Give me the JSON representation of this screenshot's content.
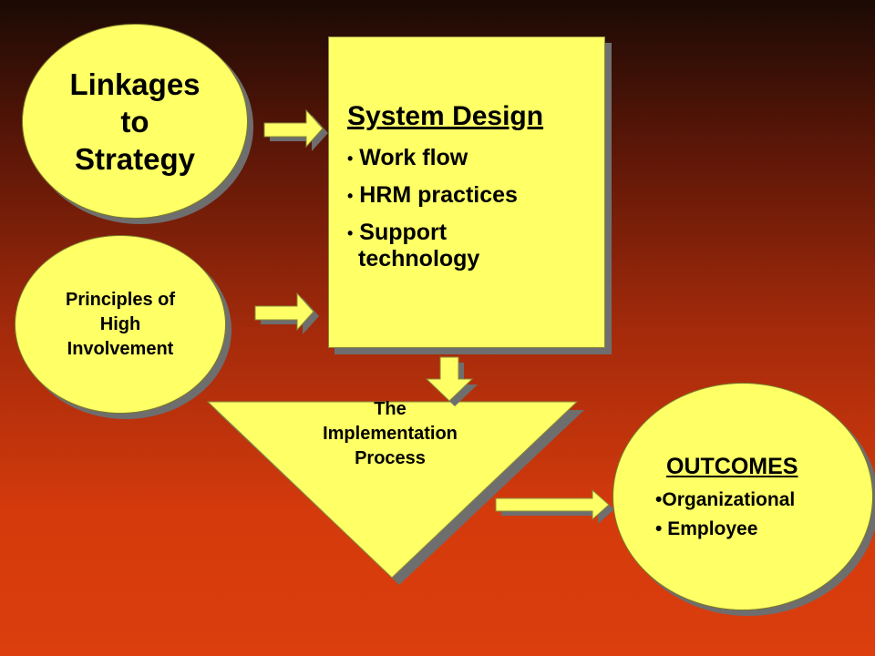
{
  "linkages": {
    "lines": [
      "Linkages",
      "to",
      "Strategy"
    ]
  },
  "principles": {
    "lines": [
      "Principles of",
      "High",
      "Involvement"
    ]
  },
  "system_design": {
    "title": "System Design",
    "items": [
      "Work flow",
      "HRM practices",
      "Support"
    ],
    "continuation": "technology"
  },
  "implementation": {
    "lines": [
      "The",
      "Implementation",
      "Process"
    ]
  },
  "outcomes": {
    "title": "OUTCOMES",
    "items": [
      "Organizational",
      "Employee"
    ]
  },
  "colors": {
    "shape_fill": "#ffff66",
    "shadow": "#6e6e6e"
  }
}
